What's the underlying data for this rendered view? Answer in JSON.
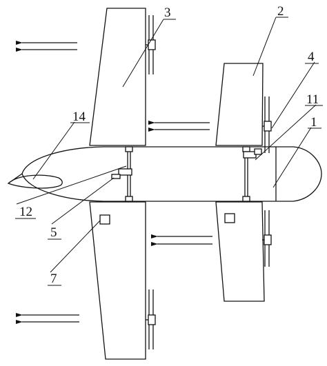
{
  "labels": {
    "l1": "1",
    "l2": "2",
    "l3": "3",
    "l4": "4",
    "l5": "5",
    "l7": "7",
    "l11": "11",
    "l12": "12",
    "l14": "14"
  },
  "colors": {
    "line": "#111111",
    "background": "#ffffff"
  }
}
